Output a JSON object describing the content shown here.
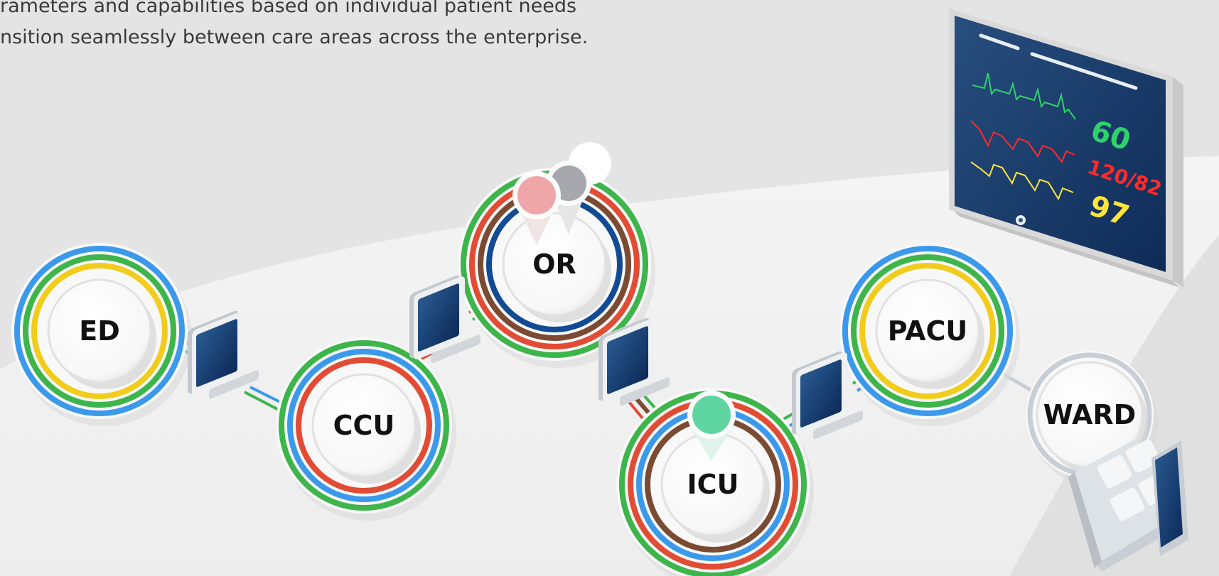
{
  "intro": {
    "lines": [
      "rameters and capabilities based on individual patient needs",
      "nsition seamlessly between care areas across the enterprise."
    ]
  },
  "care_areas": [
    {
      "id": "ed",
      "label": "ED"
    },
    {
      "id": "ccu",
      "label": "CCU"
    },
    {
      "id": "or",
      "label": "OR"
    },
    {
      "id": "icu",
      "label": "ICU"
    },
    {
      "id": "pacu",
      "label": "PACU"
    },
    {
      "id": "ward",
      "label": "WARD"
    }
  ],
  "large_monitor": {
    "vitals": [
      {
        "value": "60",
        "color": "#2fd16a"
      },
      {
        "value": "120/82",
        "color": "#ff2a2a"
      },
      {
        "value": "97",
        "color": "#ffe53a"
      }
    ]
  },
  "colors": {
    "ring_blue": "#3b99ec",
    "ring_green": "#3db54a",
    "ring_yellow": "#f2cc1c",
    "ring_red": "#e24b34",
    "ring_brown": "#7a4b32",
    "ring_navy": "#124a94",
    "pin_pink": "#efa6a8",
    "pin_gray": "#a6a8ad",
    "pin_mint": "#5fd6a2",
    "screen_navy": "#0f2f5d"
  },
  "icons": [
    "location-pin-icon",
    "patient-monitor-icon",
    "ge-logo-icon"
  ]
}
